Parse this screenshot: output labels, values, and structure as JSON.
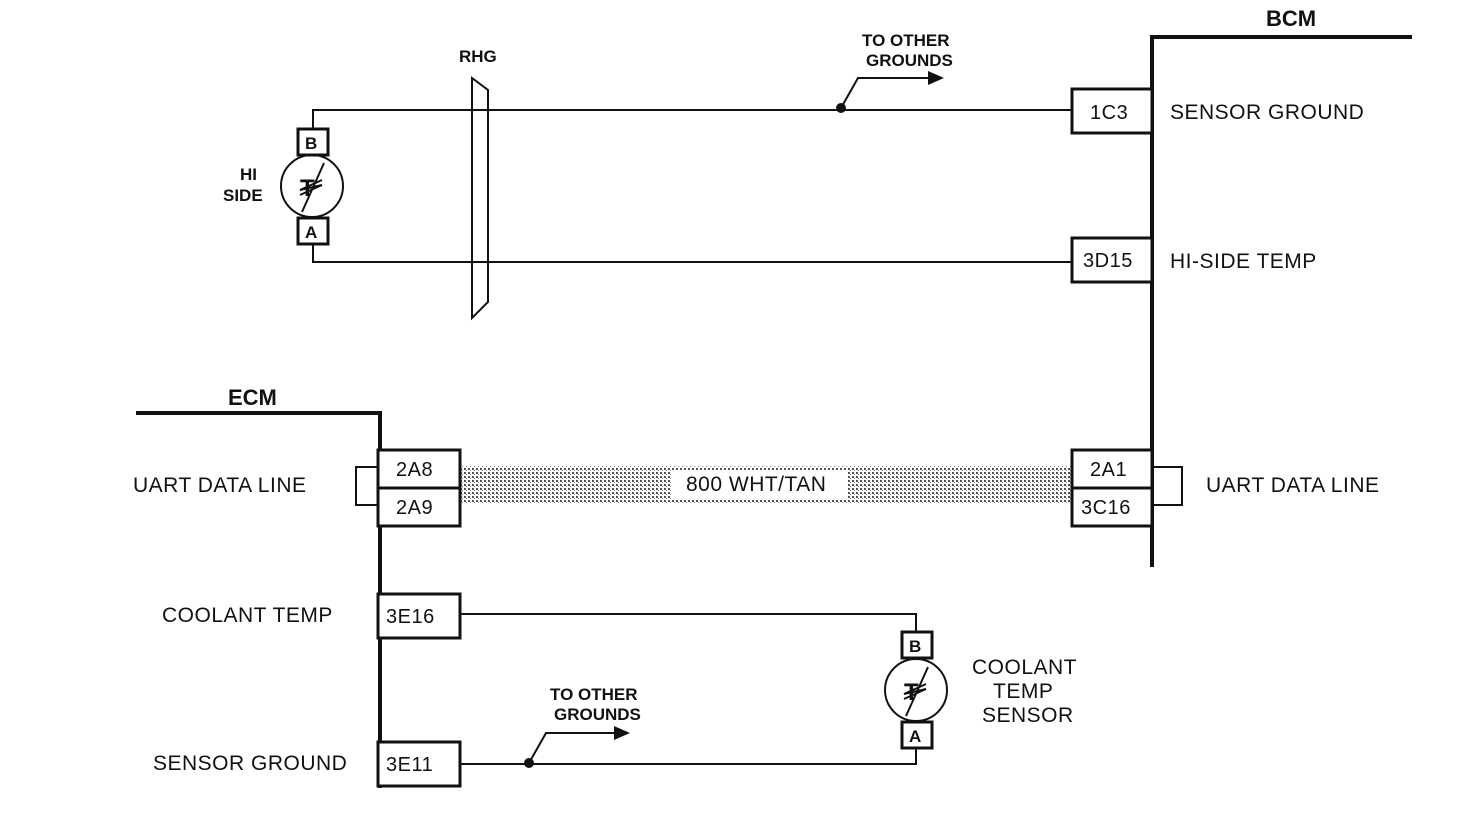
{
  "modules": {
    "bcm": "BCM",
    "ecm": "ECM"
  },
  "connector": {
    "rhg": "RHG"
  },
  "bcm_pins": {
    "sensor_ground": {
      "pin": "1C3",
      "label": "SENSOR GROUND"
    },
    "hi_side_temp": {
      "pin": "3D15",
      "label": "HI-SIDE TEMP"
    },
    "uart_a": {
      "pin": "2A1"
    },
    "uart_b": {
      "pin": "3C16"
    },
    "uart_label": "UART DATA LINE"
  },
  "ecm_pins": {
    "uart_a": {
      "pin": "2A8"
    },
    "uart_b": {
      "pin": "2A9"
    },
    "uart_label": "UART DATA LINE",
    "coolant_temp": {
      "pin": "3E16",
      "label": "COOLANT TEMP"
    },
    "sensor_ground": {
      "pin": "3E11",
      "label": "SENSOR GROUND"
    }
  },
  "uart_wire": "800 WHT/TAN",
  "hi_side_sensor": {
    "label_line1": "HI",
    "label_line2": "SIDE",
    "pin_b": "B",
    "pin_a": "A",
    "symbol": "T"
  },
  "coolant_sensor": {
    "label_line1": "COOLANT",
    "label_line2": "TEMP",
    "label_line3": "SENSOR",
    "pin_b": "B",
    "pin_a": "A",
    "symbol": "T"
  },
  "ground_note_top": {
    "line1": "TO OTHER",
    "line2": "GROUNDS"
  },
  "ground_note_bottom": {
    "line1": "TO OTHER",
    "line2": "GROUNDS"
  }
}
